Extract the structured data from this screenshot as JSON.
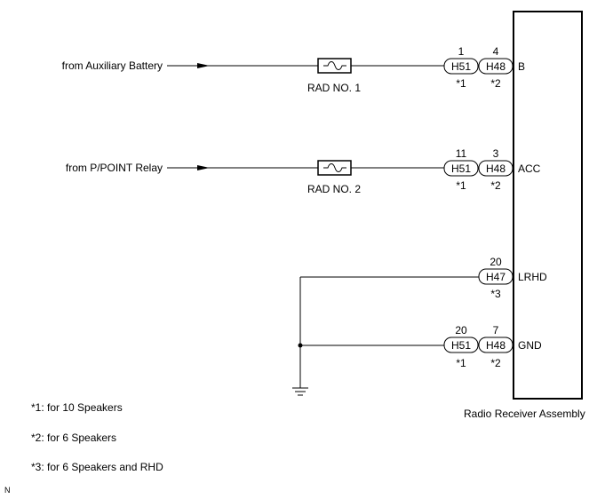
{
  "sources": {
    "aux_battery": "from Auxiliary Battery",
    "ppoint_relay": "from P/POINT Relay"
  },
  "fuses": {
    "rad_no1": "RAD NO. 1",
    "rad_no2": "RAD NO. 2"
  },
  "connectors": {
    "b": {
      "c1": "H51",
      "c2": "H48",
      "pin1": "1",
      "pin2": "4",
      "n1": "*1",
      "n2": "*2",
      "terminal": "B"
    },
    "acc": {
      "c1": "H51",
      "c2": "H48",
      "pin1": "11",
      "pin2": "3",
      "n1": "*1",
      "n2": "*2",
      "terminal": "ACC"
    },
    "lrhd": {
      "c1": "H47",
      "pin1": "20",
      "n1": "*3",
      "terminal": "LRHD"
    },
    "gnd": {
      "c1": "H51",
      "c2": "H48",
      "pin1": "20",
      "pin2": "7",
      "n1": "*1",
      "n2": "*2",
      "terminal": "GND"
    }
  },
  "component": "Radio Receiver Assembly",
  "notes": [
    "*1: for 10 Speakers",
    "*2: for 6 Speakers",
    "*3: for 6 Speakers and RHD"
  ],
  "corner_mark": "N"
}
